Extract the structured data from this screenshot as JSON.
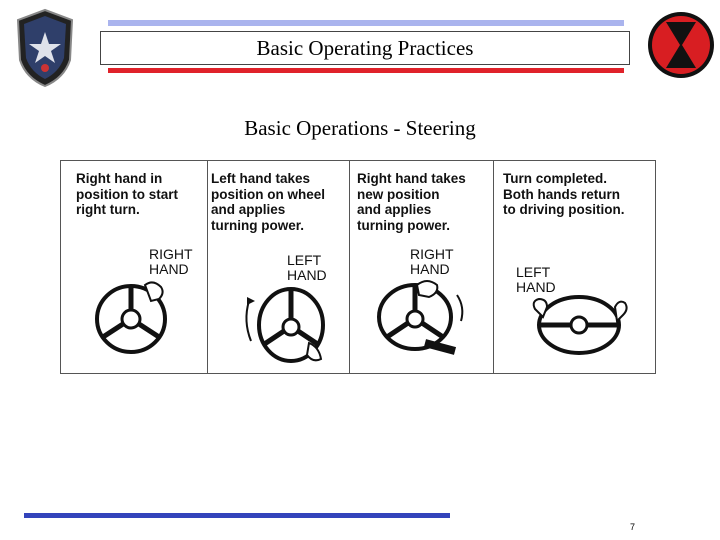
{
  "header": {
    "title": "Basic Operating Practices"
  },
  "slide": {
    "subtitle": "Basic Operations - Steering"
  },
  "steps": [
    {
      "caption": "Right hand in\nposition to start\nright turn.",
      "hand_label": "RIGHT\nHAND"
    },
    {
      "caption": "Left hand takes\nposition on wheel\nand applies\nturning power.",
      "hand_label": "LEFT\nHAND"
    },
    {
      "caption": "Right hand takes\nnew position\nand applies\nturning power.",
      "hand_label": "RIGHT\nHAND"
    },
    {
      "caption": "Turn completed.\nBoth hands return\nto driving position.",
      "hand_label": "LEFT\nHAND"
    }
  ],
  "footer": {
    "page_number": "7"
  },
  "colors": {
    "top_bar_blue": "#aab4ee",
    "top_bar_red": "#e0222a",
    "bottom_bar_blue": "#3344bb"
  },
  "icons": {
    "left_logo": "unit-crest-icon",
    "right_logo": "hourglass-patch-icon"
  }
}
